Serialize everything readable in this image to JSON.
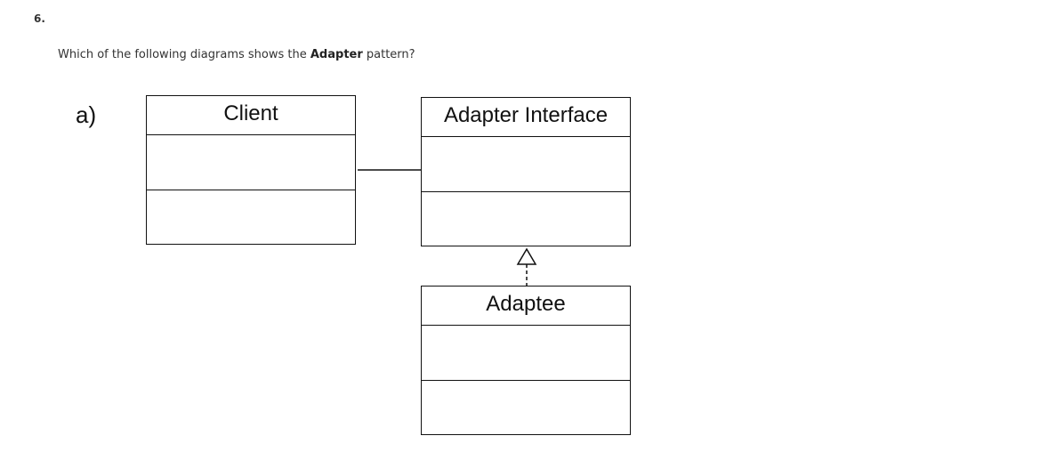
{
  "question": {
    "number": "6.",
    "prompt_prefix": "Which of the following diagrams shows the ",
    "prompt_bold": "Adapter",
    "prompt_suffix": " pattern?"
  },
  "option": {
    "label": "a)"
  },
  "diagram": {
    "classes": {
      "client": {
        "name": "Client"
      },
      "adapter_interface": {
        "name": "Adapter Interface"
      },
      "adaptee": {
        "name": "Adaptee"
      }
    },
    "relations": [
      {
        "from": "Client",
        "to": "Adapter Interface",
        "kind": "association"
      },
      {
        "from": "Adaptee",
        "to": "Adapter Interface",
        "kind": "realization"
      }
    ]
  }
}
